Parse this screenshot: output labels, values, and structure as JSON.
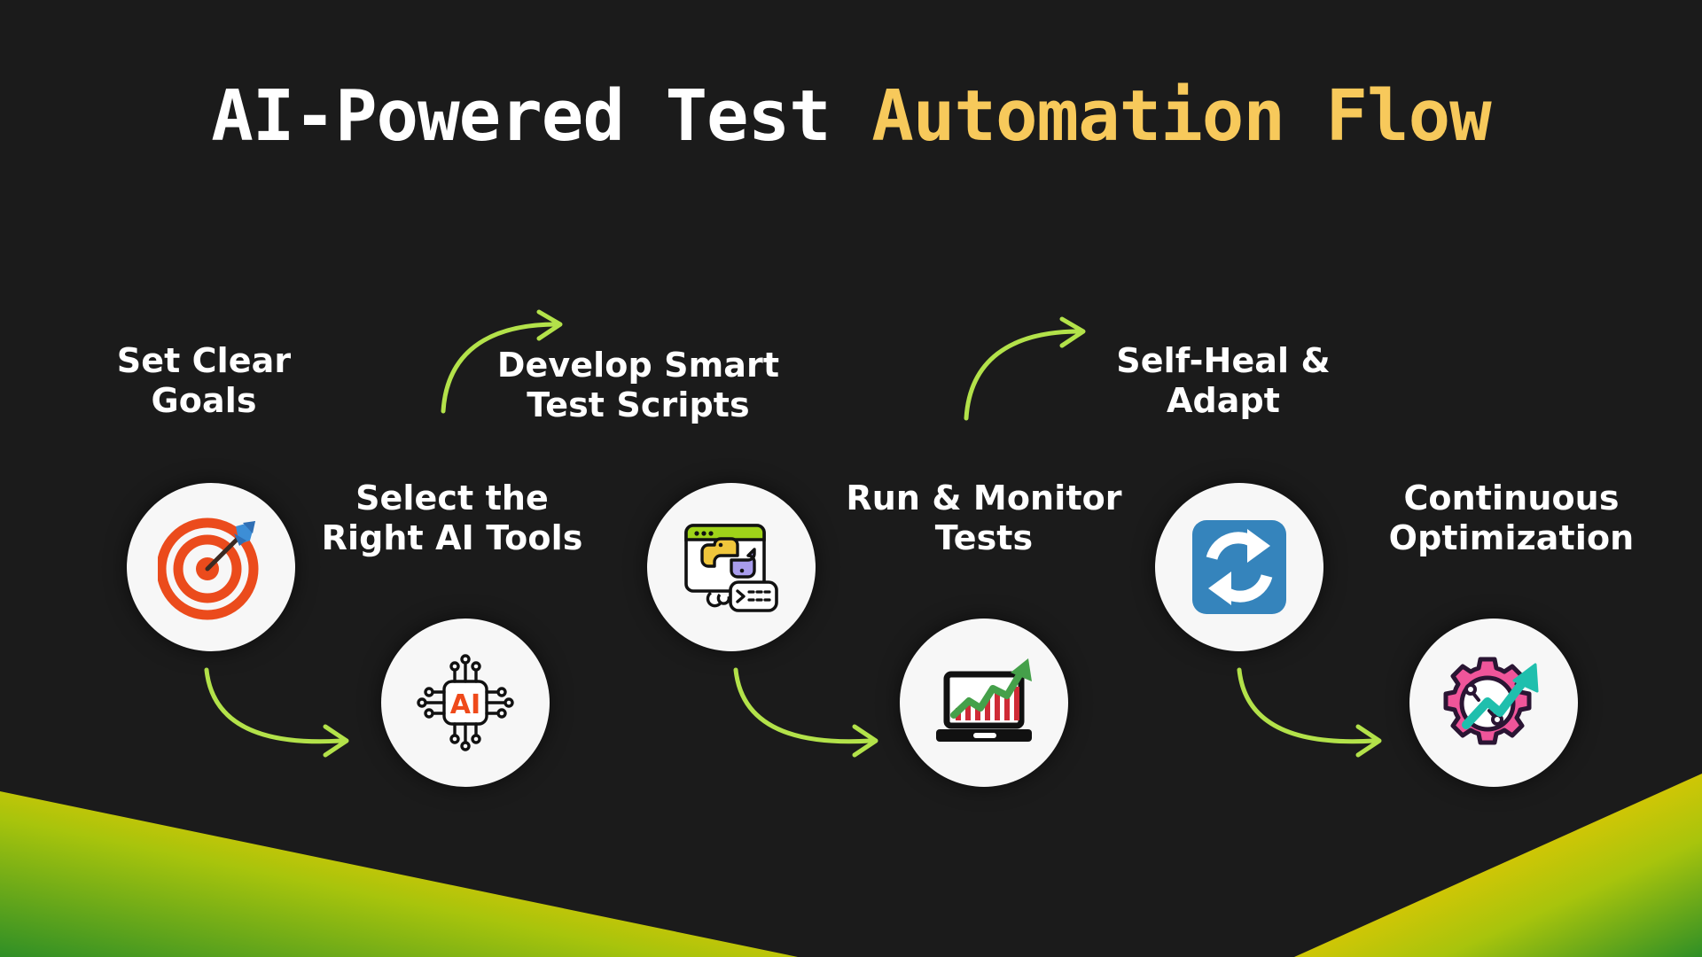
{
  "background": {
    "color": "#1b1b1b",
    "wedge_yellow": "#f5c800",
    "wedge_green": "#3d9b2f"
  },
  "title": {
    "part_white": "AI-Powered Test ",
    "part_yellow": "Automation Flow",
    "white_color": "#ffffff",
    "yellow_color": "#f7c95b"
  },
  "flow": {
    "arrow_color": "#b3e24a",
    "steps": [
      {
        "id": "set-clear-goals",
        "label": "Set Clear\nGoals",
        "icon": "target-dartboard-icon",
        "icon_colors": {
          "ring": "#eb4b1c",
          "arrow": "#3d8ed6",
          "fletching": "#2f6fb5"
        },
        "row": "top"
      },
      {
        "id": "select-the-right-ai-tools",
        "label": "Select the\nRight AI Tools",
        "icon": "ai-chip-icon",
        "icon_colors": {
          "text": "#ef4a1b",
          "circuit": "#111111"
        },
        "row": "bottom"
      },
      {
        "id": "develop-smart-test-scripts",
        "label": "Develop Smart\nTest Scripts",
        "icon": "python-code-window-icon",
        "icon_colors": {
          "titlebar": "#9fd319",
          "snake_top": "#f0c63c",
          "snake_bottom": "#a89cec",
          "stroke": "#111111"
        },
        "row": "top"
      },
      {
        "id": "run-and-monitor-tests",
        "label": "Run & Monitor\nTests",
        "icon": "laptop-growth-chart-icon",
        "icon_colors": {
          "bars": "#cf2b36",
          "trend": "#45a04a",
          "laptop": "#111111"
        },
        "row": "bottom"
      },
      {
        "id": "self-heal-and-adapt",
        "label": "Self-Heal &\nAdapt",
        "icon": "refresh-sync-icon",
        "icon_colors": {
          "square": "#3584bc",
          "arrows": "#ffffff"
        },
        "row": "top"
      },
      {
        "id": "continuous-optimization",
        "label": "Continuous\nOptimization",
        "icon": "gear-trend-arrow-icon",
        "icon_colors": {
          "gear": "#f0559a",
          "arrow": "#1fbfad",
          "stroke": "#2a1533"
        },
        "row": "bottom"
      }
    ],
    "connector_count": 5
  }
}
